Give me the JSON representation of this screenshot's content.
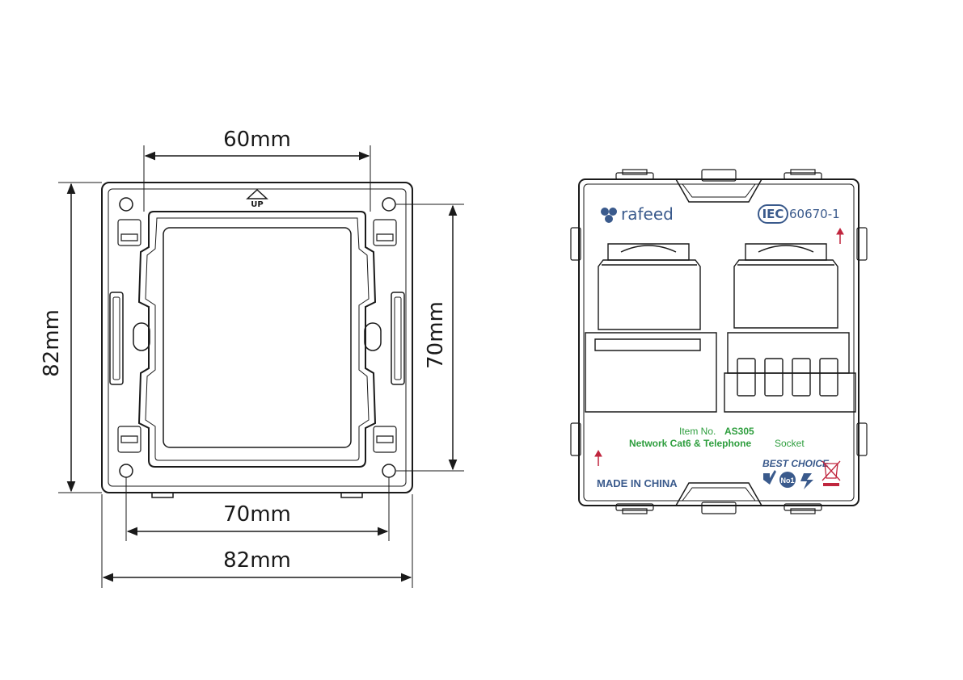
{
  "dimensions": {
    "top_width": "60mm",
    "left_height": "82mm",
    "right_height": "70mm",
    "bottom_inner_width": "70mm",
    "bottom_outer_width": "82mm"
  },
  "frame": {
    "up_marker": "UP"
  },
  "socket": {
    "brand": "rafeed",
    "standard_prefix": "IEC",
    "standard_number": "60670-1",
    "item_label": "Item No.",
    "item_number": "AS305",
    "product_bold": "Network Cat6 & Telephone",
    "product_suffix": "Socket",
    "made_in": "MADE IN CHINA",
    "best_choice": "BEST CHOICE",
    "cert_no": "No1"
  },
  "colors": {
    "line": "#1a1a1a",
    "brand_blue": "#3a5a8c",
    "label_green": "#2e9e3e",
    "arrow_red": "#c0263e"
  },
  "icons": [
    "up-arrow-icon",
    "brand-logo-icon",
    "certification-icons",
    "weee-bin-icon"
  ]
}
